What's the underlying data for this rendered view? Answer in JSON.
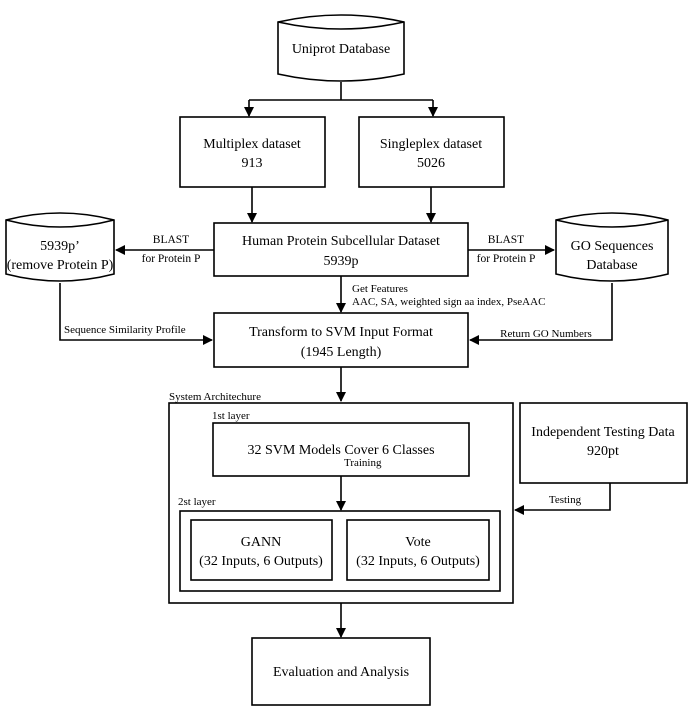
{
  "nodes": {
    "uniprot": {
      "line1": "Uniprot Database"
    },
    "multiplex": {
      "line1": "Multiplex dataset",
      "line2": "913"
    },
    "singleplex": {
      "line1": "Singleplex dataset",
      "line2": "5026"
    },
    "hpsd": {
      "line1": "Human Protein Subcellular Dataset",
      "line2": "5939p"
    },
    "db_5939": {
      "line1": "5939p’",
      "line2": "(remove Protein P)"
    },
    "go_db": {
      "line1": "GO Sequences",
      "line2": "Database"
    },
    "transform": {
      "line1": "Transform to SVM Input Format",
      "line2": "(1945 Length)"
    },
    "svm_models": {
      "line1": "32 SVM Models Cover 6 Classes"
    },
    "gann": {
      "line1": "GANN",
      "line2": "(32 Inputs, 6 Outputs)"
    },
    "vote": {
      "line1": "Vote",
      "line2": "(32 Inputs, 6 Outputs)"
    },
    "independent": {
      "line1": "Independent Testing Data",
      "line2": "920pt"
    },
    "evaluation": {
      "line1": "Evaluation and Analysis"
    }
  },
  "groups": {
    "system": "System Architechure",
    "layer1": "1st layer",
    "layer2": "2st layer"
  },
  "edges": {
    "blast_left": {
      "line1": "BLAST",
      "line2": "for Protein P"
    },
    "blast_right": {
      "line1": "BLAST",
      "line2": "for Protein P"
    },
    "get_features": {
      "line1": "Get Features",
      "line2": "AAC, SA, weighted sign aa index, PseAAC"
    },
    "seq_similarity": "Sequence Similarity Profile",
    "return_go": "Return GO Numbers",
    "training": "Training",
    "testing": "Testing"
  }
}
